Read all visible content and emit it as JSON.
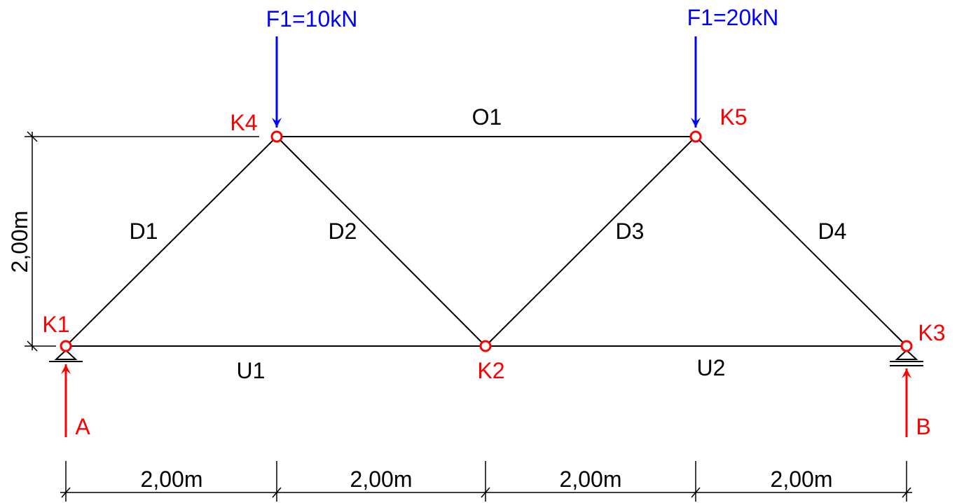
{
  "colors": {
    "member": "#000000",
    "node": "#ff0000",
    "node_label": "#ff0000",
    "load": "#0000ff",
    "reaction": "#ff0000"
  },
  "nodes": [
    {
      "id": "K1",
      "label": "K1"
    },
    {
      "id": "K2",
      "label": "K2"
    },
    {
      "id": "K3",
      "label": "K3"
    },
    {
      "id": "K4",
      "label": "K4"
    },
    {
      "id": "K5",
      "label": "K5"
    }
  ],
  "members": [
    {
      "label": "O1",
      "from": "K4",
      "to": "K5"
    },
    {
      "label": "U1",
      "from": "K1",
      "to": "K2"
    },
    {
      "label": "U2",
      "from": "K2",
      "to": "K3"
    },
    {
      "label": "D1",
      "from": "K1",
      "to": "K4"
    },
    {
      "label": "D2",
      "from": "K4",
      "to": "K2"
    },
    {
      "label": "D3",
      "from": "K2",
      "to": "K5"
    },
    {
      "label": "D4",
      "from": "K5",
      "to": "K3"
    }
  ],
  "loads": [
    {
      "label": "F1=10kN",
      "node": "K4"
    },
    {
      "label": "F1=20kN",
      "node": "K5"
    }
  ],
  "reactions": [
    {
      "label": "A",
      "node": "K1"
    },
    {
      "label": "B",
      "node": "K3"
    }
  ],
  "dimensions": {
    "horizontal": [
      "2,00m",
      "2,00m",
      "2,00m",
      "2,00m"
    ],
    "vertical": "2,00m"
  }
}
